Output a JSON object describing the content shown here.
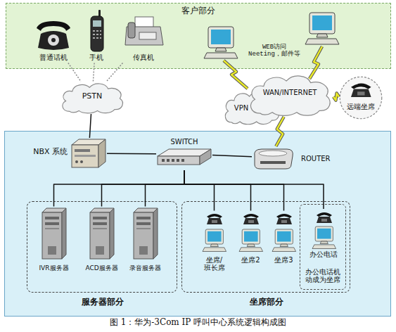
{
  "diagram": {
    "caption": "图 1：华为-3Com IP 呼叫中心系统逻辑构成图",
    "nodes": [
      {
        "text": [
          "客户部分"
        ]
      },
      {
        "text": [
          "普通话机"
        ],
        "in": 0
      },
      {
        "text": [
          "手机"
        ],
        "in": 0
      },
      {
        "text": [
          "传真机"
        ],
        "in": 0
      },
      {
        "text": [
          "PSTN"
        ]
      },
      {
        "text": [
          "VPN"
        ]
      },
      {
        "text": [
          "WAN/INTERNET"
        ]
      },
      {
        "text": [
          "远端坐席"
        ]
      },
      {
        "text": [
          "NBX 系统"
        ]
      },
      {
        "text": [
          "SWITCH"
        ]
      },
      {
        "text": [
          "ROUTER"
        ]
      },
      {
        "text": [
          "服务器部分"
        ]
      },
      {
        "text": [
          "IVR服务器"
        ],
        "in": 11
      },
      {
        "text": [
          "ACD服务器"
        ],
        "in": 11
      },
      {
        "text": [
          "录音服务器"
        ],
        "in": 11
      },
      {
        "text": [
          "坐席部分"
        ]
      },
      {
        "text": [
          "坐席/班长席"
        ],
        "in": 15
      },
      {
        "text": [
          "坐席2"
        ],
        "in": 15
      },
      {
        "text": [
          "坐席3"
        ],
        "in": 15
      },
      {
        "text": [
          "办公电话机动成为坐席"
        ],
        "in": 15
      },
      {
        "text": [
          "办公电话"
        ],
        "in": 19
      }
    ],
    "edges": [
      {
        "from": 1,
        "to": 4,
        "arrow": "none"
      },
      {
        "from": 2,
        "to": 4,
        "arrow": "none"
      },
      {
        "from": 3,
        "to": 4,
        "arrow": "none"
      },
      {
        "from": 4,
        "to": 8,
        "arrow": "none"
      },
      {
        "from": 8,
        "to": 9,
        "arrow": "none"
      },
      {
        "from": 9,
        "to": 10,
        "arrow": "none"
      },
      {
        "from": 10,
        "to": 6,
        "arrow": "none"
      },
      {
        "from": 6,
        "to": 7,
        "arrow": "none"
      },
      {
        "from": 9,
        "to": 12,
        "arrow": "none"
      },
      {
        "from": 9,
        "to": 13,
        "arrow": "none"
      },
      {
        "from": 9,
        "to": 14,
        "arrow": "none"
      },
      {
        "from": 9,
        "to": 16,
        "arrow": "none"
      },
      {
        "from": 9,
        "to": 17,
        "arrow": "none"
      },
      {
        "from": 9,
        "to": 18,
        "arrow": "none"
      },
      {
        "from": 9,
        "to": 20,
        "arrow": "none"
      }
    ],
    "labels": [
      "WEB访问 Neeting，邮件等"
    ]
  }
}
